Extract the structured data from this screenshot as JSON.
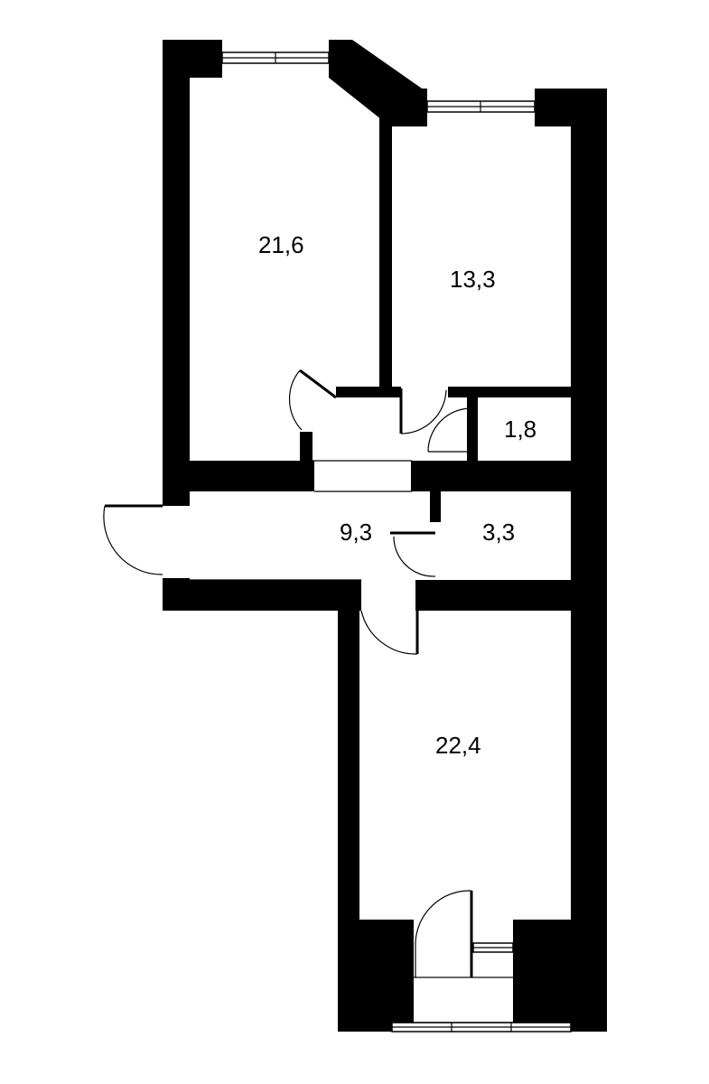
{
  "plan": {
    "wall_color": "#000000",
    "background": "#ffffff",
    "rooms": [
      {
        "id": "room-living",
        "label": "21,6"
      },
      {
        "id": "room-bedroom",
        "label": "13,3"
      },
      {
        "id": "room-wc",
        "label": "1,8"
      },
      {
        "id": "room-hall",
        "label": "9,3"
      },
      {
        "id": "room-bath",
        "label": "3,3"
      },
      {
        "id": "room-kitchen",
        "label": "22,4"
      }
    ]
  }
}
